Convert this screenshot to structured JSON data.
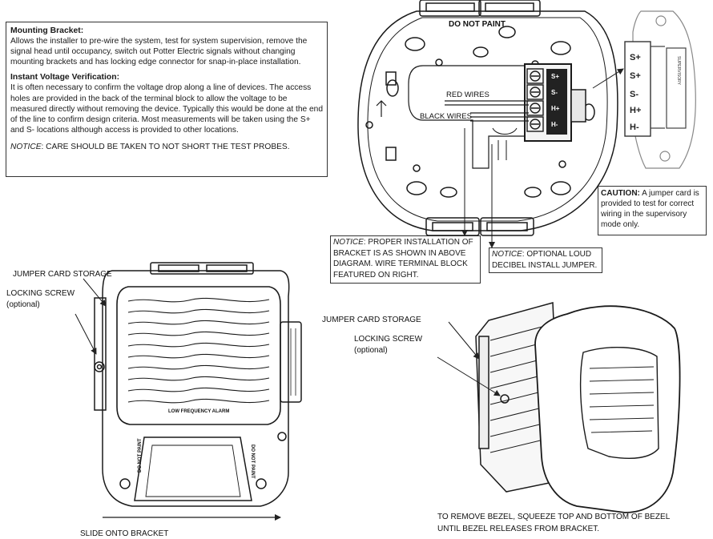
{
  "mounting_bracket": {
    "heading": "Mounting Bracket:",
    "body": "Allows the installer to pre-wire the system, test for system supervision, remove the signal head until occupancy, switch out Potter Electric signals without changing mounting brackets and has locking edge connector for snap-in-place installation."
  },
  "voltage_verification": {
    "heading": "Instant Voltage Verification:",
    "body": "It is often necessary to confirm the voltage drop along a line of devices. The access holes are provided in the back of the terminal block to allow the voltage to be measured directly without removing the device. Typically this would be done at the end of the line to confirm design criteria. Most measurements will be taken using the S+ and S- locations although access is provided to other locations.",
    "notice_label": "NOTICE",
    "notice_text": ": CARE SHOULD BE TAKEN TO NOT SHORT THE TEST PROBES."
  },
  "bracket_diagram": {
    "do_not_paint": "DO NOT PAINT",
    "red_wires": "RED WIRES",
    "black_wires": "BLACK WIRES",
    "terminal_marks": [
      "S+",
      "S-",
      "H+",
      "H-"
    ]
  },
  "jumper_card": {
    "pins": [
      "S+",
      "S+",
      "S-",
      "H+",
      "H-"
    ],
    "card_print": "SUPERVISORY"
  },
  "caution": {
    "label": "CAUTION:",
    "text": " A jumper card is provided to test for correct wiring in the supervisory mode only."
  },
  "install_notice": {
    "label": "NOTICE",
    "text": ": PROPER INSTALLATION OF BRACKET IS AS SHOWN IN ABOVE DIAGRAM.  WIRE TERMINAL BLOCK FEATURED ON RIGHT."
  },
  "jumper_notice": {
    "label": "NOTICE",
    "text": ": OPTIONAL LOUD DECIBEL INSTALL JUMPER."
  },
  "left_device": {
    "jumper_card_storage": "JUMPER CARD STORAGE",
    "locking_screw": "LOCKING SCREW",
    "optional": "(optional)",
    "grille_print": "LOW FREQUENCY ALARM",
    "do_not_paint": "DO NOT PAINT",
    "caption": "SLIDE ONTO BRACKET"
  },
  "right_device": {
    "jumper_card_storage": "JUMPER CARD STORAGE",
    "locking_screw": "LOCKING SCREW",
    "optional": "(optional)",
    "caption_line1": "TO REMOVE BEZEL, SQUEEZE TOP AND BOTTOM OF BEZEL",
    "caption_line2": "UNTIL BEZEL RELEASES FROM BRACKET."
  }
}
